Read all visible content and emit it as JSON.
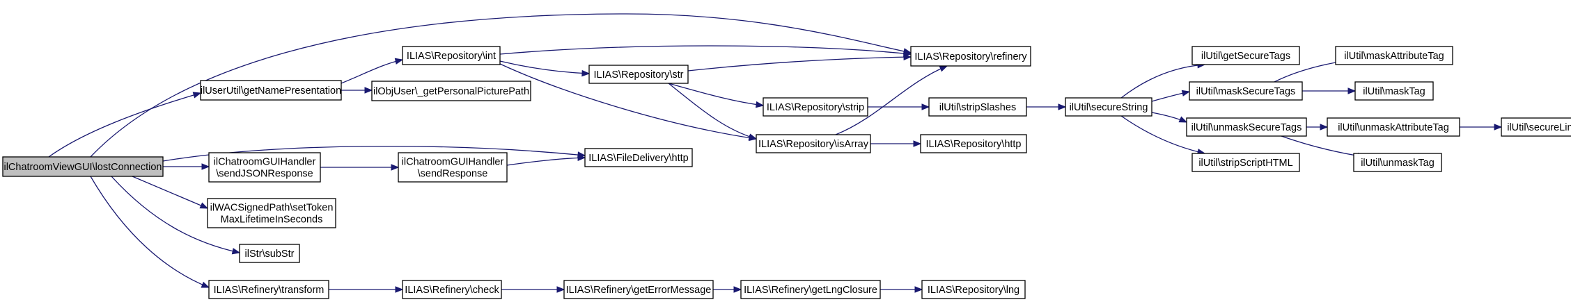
{
  "graph": {
    "edge_color": "#191970",
    "root_fill": "#bfbfbf",
    "node_fill": "#ffffff",
    "nodes": {
      "root": [
        "ilChatroomViewGUI\\lostConnection"
      ],
      "getname": [
        "ilUserUtil\\getNamePresentation"
      ],
      "int": [
        "ILIAS\\Repository\\int"
      ],
      "refinery": [
        "ILIAS\\Repository\\refinery"
      ],
      "ppp": [
        "ilObjUser\\_getPersonalPicturePath"
      ],
      "str": [
        "ILIAS\\Repository\\str"
      ],
      "strip": [
        "ILIAS\\Repository\\strip"
      ],
      "isarray": [
        "ILIAS\\Repository\\isArray"
      ],
      "rhttp": [
        "ILIAS\\Repository\\http"
      ],
      "stripslashes": [
        "ilUtil\\stripSlashes"
      ],
      "securestring": [
        "ilUtil\\secureString"
      ],
      "getsecuretags": [
        "ilUtil\\getSecureTags"
      ],
      "masksecuretags": [
        "ilUtil\\maskSecureTags"
      ],
      "unmasksecuretags": [
        "ilUtil\\unmaskSecureTags"
      ],
      "stripscript": [
        "ilUtil\\stripScriptHTML"
      ],
      "maskattr": [
        "ilUtil\\maskAttributeTag"
      ],
      "masktag": [
        "ilUtil\\maskTag"
      ],
      "unmaskattr": [
        "ilUtil\\unmaskAttributeTag"
      ],
      "unmasktag": [
        "ilUtil\\unmaskTag"
      ],
      "securelink": [
        "ilUtil\\secureLink"
      ],
      "sendjson": [
        "ilChatroomGUIHandler",
        "\\sendJSONResponse"
      ],
      "sendresp": [
        "ilChatroomGUIHandler",
        "\\sendResponse"
      ],
      "fdhttp": [
        "ILIAS\\FileDelivery\\http"
      ],
      "wac": [
        "ilWACSignedPath\\setToken",
        "MaxLifetimeInSeconds"
      ],
      "substr": [
        "ilStr\\subStr"
      ],
      "transform": [
        "ILIAS\\Refinery\\transform"
      ],
      "check": [
        "ILIAS\\Refinery\\check"
      ],
      "geterror": [
        "ILIAS\\Refinery\\getErrorMessage"
      ],
      "getlng": [
        "ILIAS\\Refinery\\getLngClosure"
      ],
      "lng": [
        "ILIAS\\Repository\\lng"
      ]
    }
  }
}
